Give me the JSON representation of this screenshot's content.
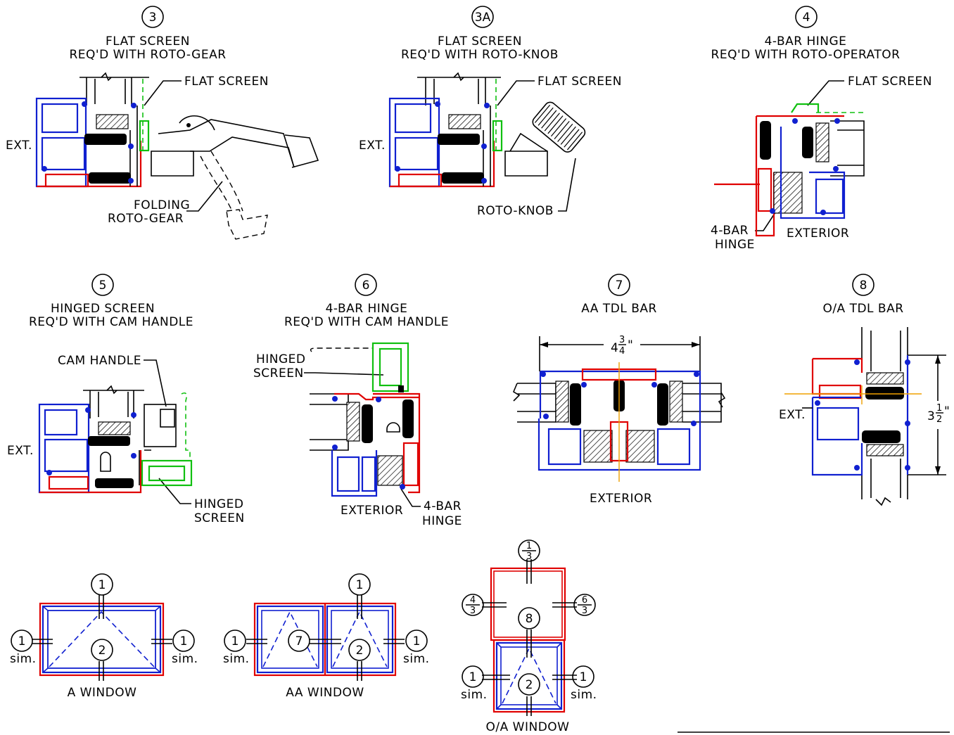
{
  "details": [
    {
      "num": "3",
      "title1": "FLAT SCREEN",
      "title2": "REQ'D WITH ROTO-GEAR",
      "callout1": "FLAT SCREEN",
      "side": "EXT.",
      "callout2a": "FOLDING",
      "callout2b": "ROTO-GEAR"
    },
    {
      "num": "3A",
      "title1": "FLAT SCREEN",
      "title2": "REQ'D WITH ROTO-KNOB",
      "callout1": "FLAT SCREEN",
      "side": "EXT.",
      "callout2": "ROTO-KNOB"
    },
    {
      "num": "4",
      "title1": "4-BAR HINGE",
      "title2": "REQ'D WITH ROTO-OPERATOR",
      "callout1": "FLAT SCREEN",
      "callout2a": "4-BAR",
      "callout2b": "HINGE",
      "side": "EXTERIOR"
    },
    {
      "num": "5",
      "title1": "HINGED SCREEN",
      "title2": "REQ'D WITH CAM HANDLE",
      "callout1": "CAM HANDLE",
      "side": "EXT.",
      "callout2a": "HINGED",
      "callout2b": "SCREEN"
    },
    {
      "num": "6",
      "title1": "4-BAR HINGE",
      "title2": "REQ'D WITH CAM HANDLE",
      "callout1a": "HINGED",
      "callout1b": "SCREEN",
      "side": "EXTERIOR",
      "callout2a": "4-BAR",
      "callout2b": "HINGE"
    },
    {
      "num": "7",
      "title1": "AA TDL BAR",
      "dim_whole": "4",
      "dim_num": "3",
      "dim_den": "4",
      "dim_mark": "\"",
      "side": "EXTERIOR"
    },
    {
      "num": "8",
      "title1": "O/A TDL BAR",
      "side": "EXT.",
      "dim_whole": "3",
      "dim_num": "1",
      "dim_den": "2",
      "dim_mark": "\""
    }
  ],
  "elevations": {
    "a": {
      "label": "A WINDOW",
      "top": "1",
      "left": "1",
      "right": "1",
      "center": "2",
      "sim": "sim."
    },
    "aa": {
      "label": "AA WINDOW",
      "top": "1",
      "left": "1",
      "right": "1",
      "mid": "7",
      "center": "2",
      "sim": "sim."
    },
    "oa": {
      "label": "O/A WINDOW",
      "top_num": "1",
      "top_den": "3",
      "left_num": "4",
      "left_den": "3",
      "right_num": "6",
      "right_den": "3",
      "mid": "8",
      "left": "1",
      "right": "1",
      "center": "2",
      "sim": "sim."
    }
  },
  "colors": {
    "frame_red": "#e00000",
    "frame_blue": "#1020d0",
    "screen_green": "#10c010",
    "centerline_orange": "#f0a000"
  }
}
